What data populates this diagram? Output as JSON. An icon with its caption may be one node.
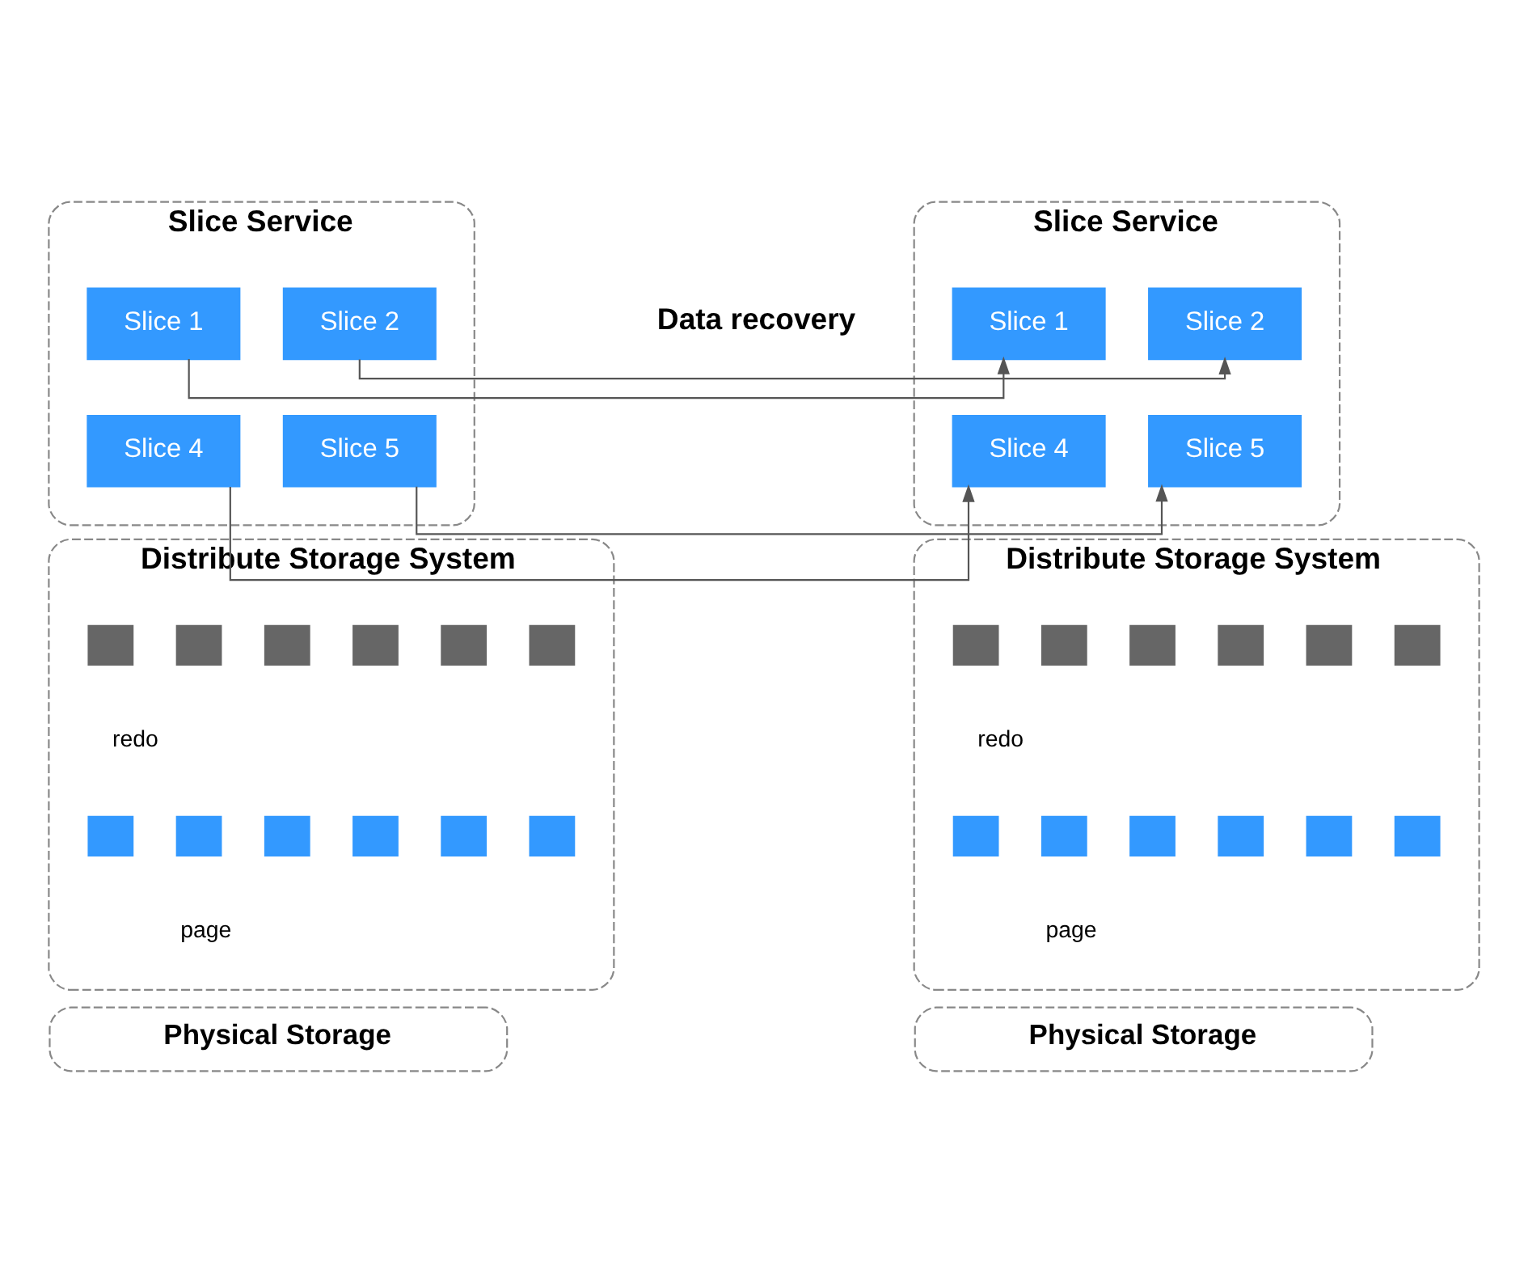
{
  "diagram": {
    "nodes": [
      {
        "text": [
          "Slice Service"
        ]
      },
      {
        "text": [
          "Slice 1"
        ],
        "in": 0
      },
      {
        "text": [
          "Slice 2"
        ],
        "in": 0
      },
      {
        "text": [
          "Slice 4"
        ],
        "in": 0
      },
      {
        "text": [
          "Slice 5"
        ],
        "in": 0
      },
      {
        "text": [
          "Slice Service"
        ]
      },
      {
        "text": [
          "Slice 1"
        ],
        "in": 5
      },
      {
        "text": [
          "Slice 2"
        ],
        "in": 5
      },
      {
        "text": [
          "Slice 4"
        ],
        "in": 5
      },
      {
        "text": [
          "Slice 5"
        ],
        "in": 5
      },
      {
        "text": [
          "Distribute Storage System"
        ]
      },
      {
        "text": [],
        "shape": "box",
        "in": 10
      },
      {
        "text": [],
        "shape": "box",
        "in": 10
      },
      {
        "text": [],
        "shape": "box",
        "in": 10
      },
      {
        "text": [],
        "shape": "box",
        "in": 10
      },
      {
        "text": [],
        "shape": "box",
        "in": 10
      },
      {
        "text": [],
        "shape": "box",
        "in": 10
      },
      {
        "text": [],
        "shape": "box",
        "in": 10
      },
      {
        "text": [],
        "shape": "box",
        "in": 10
      },
      {
        "text": [],
        "shape": "box",
        "in": 10
      },
      {
        "text": [],
        "shape": "box",
        "in": 10
      },
      {
        "text": [],
        "shape": "box",
        "in": 10
      },
      {
        "text": [],
        "shape": "box",
        "in": 10
      },
      {
        "text": [
          "Distribute Storage System"
        ]
      },
      {
        "text": [],
        "shape": "box",
        "in": 23
      },
      {
        "text": [],
        "shape": "box",
        "in": 23
      },
      {
        "text": [],
        "shape": "box",
        "in": 23
      },
      {
        "text": [],
        "shape": "box",
        "in": 23
      },
      {
        "text": [],
        "shape": "box",
        "in": 23
      },
      {
        "text": [],
        "shape": "box",
        "in": 23
      },
      {
        "text": [],
        "shape": "box",
        "in": 23
      },
      {
        "text": [],
        "shape": "box",
        "in": 23
      },
      {
        "text": [],
        "shape": "box",
        "in": 23
      },
      {
        "text": [],
        "shape": "box",
        "in": 23
      },
      {
        "text": [],
        "shape": "box",
        "in": 23
      },
      {
        "text": [],
        "shape": "box",
        "in": 23
      },
      {
        "text": [
          "Physical Storage"
        ]
      },
      {
        "text": [
          "Physical Storage"
        ]
      }
    ],
    "edges": [
      {
        "from": 2,
        "to": 7,
        "arrow": "to"
      },
      {
        "from": 1,
        "to": 6,
        "arrow": "to"
      },
      {
        "from": 4,
        "to": 9,
        "arrow": "to"
      },
      {
        "from": 3,
        "to": 8,
        "arrow": "to"
      }
    ],
    "labels": [
      "Data recovery",
      "redo",
      "page",
      "redo",
      "page"
    ]
  }
}
